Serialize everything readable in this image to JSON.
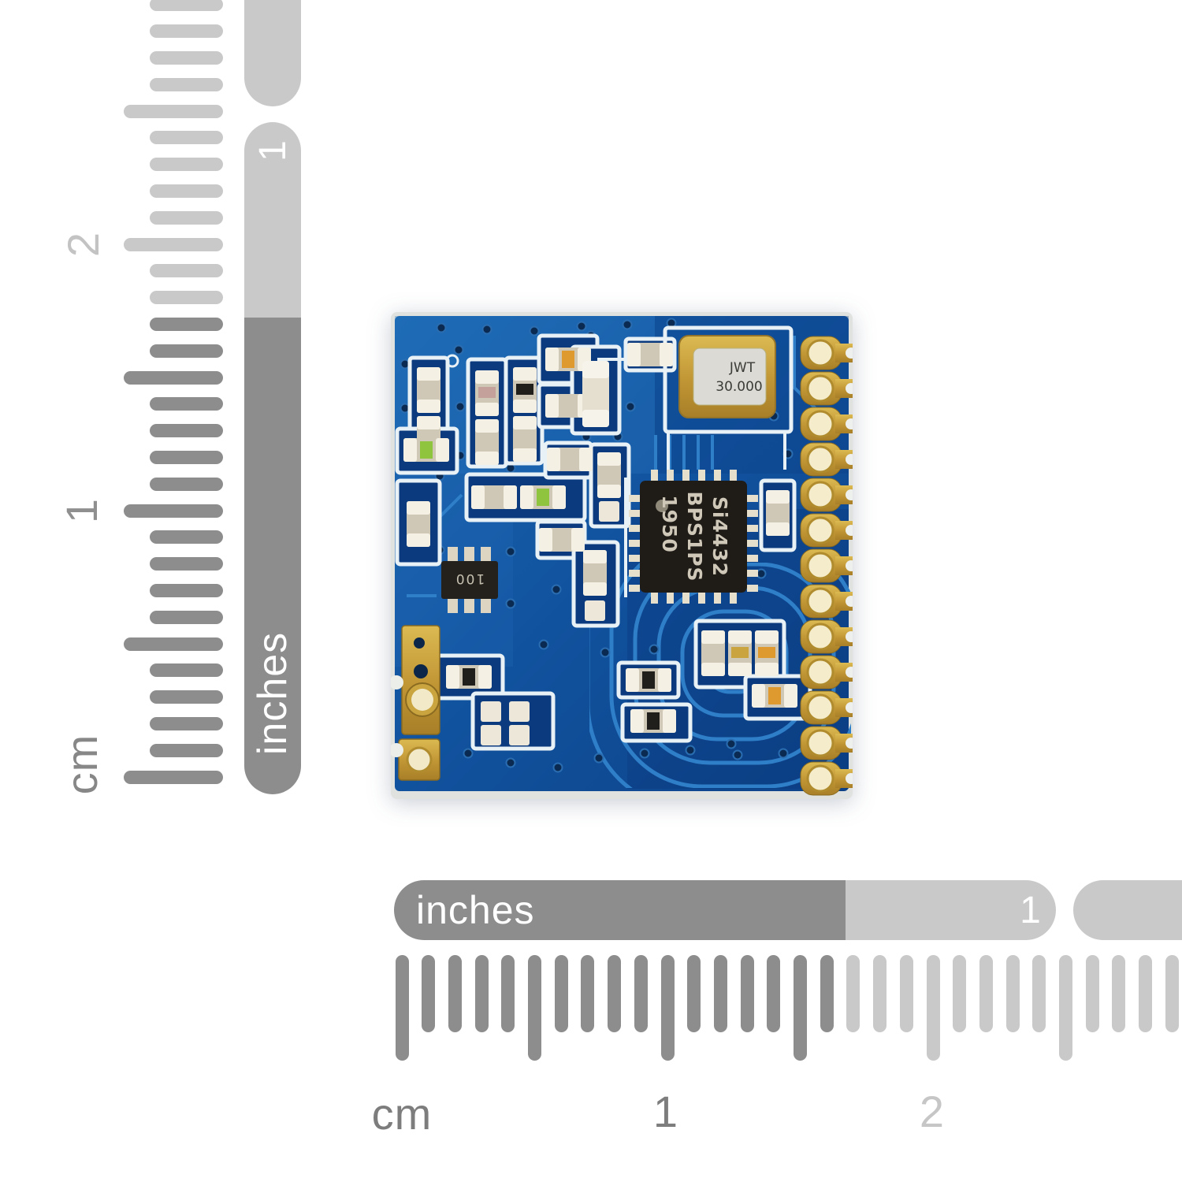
{
  "colors": {
    "background": "#ffffff",
    "ruler_light": "#c9c9c9",
    "ruler_dark": "#8d8d8d",
    "pcb_blue": "#11529e",
    "pcb_trace_blue": "#2f7ec8",
    "silkscreen_white": "#e8f1f6",
    "pad_gold": "#c9a53f",
    "ic_black": "#1f1c18"
  },
  "pcb": {
    "ic_marking": {
      "line1": "Si4432",
      "line2": "BPS1PS",
      "line3": "1950"
    },
    "crystal_marking": {
      "line1": "JWT",
      "line2": "30.000"
    },
    "transistor_marking": "100"
  },
  "vertical_ruler": {
    "cm_unit": "cm",
    "cm_number_2": "2",
    "cm_number_1": "1",
    "inches_unit": "inches",
    "inch_number_1": "1"
  },
  "horizontal_ruler": {
    "cm_unit": "cm",
    "cm_number_1": "1",
    "cm_number_2": "2",
    "inches_unit": "inches",
    "inch_number_1": "1"
  }
}
